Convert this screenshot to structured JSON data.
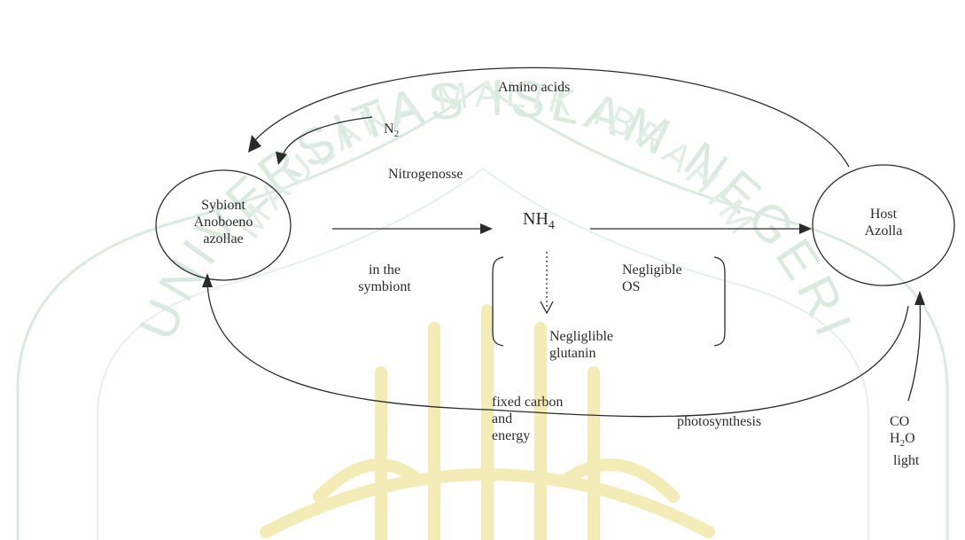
{
  "colors": {
    "ink": "#2b2b2b",
    "watermark_green": "#d7eadc",
    "watermark_gold": "#f4ebb4"
  },
  "watermark": {
    "outer_text": "UNIVERSITAS ISLAM NEGERI",
    "inner_text": "MAULANA MALIK IBRAHIM"
  },
  "nodes": {
    "symbiont": {
      "line1": "Sybiont",
      "line2": "Anoboeno",
      "line3": "azollae"
    },
    "host": {
      "line1": "Host",
      "line2": "Azolla"
    }
  },
  "labels": {
    "amino_acids": "Amino acids",
    "n2_base": "N",
    "n2_sub": "2",
    "nitrogenase": "Nitrogenosse",
    "nh4_base": "NH",
    "nh4_sub": "4",
    "in_symbiont_1": "in the",
    "in_symbiont_2": "symbiont",
    "negligible_os_1": "Negligible",
    "negligible_os_2": "OS",
    "negligible_glut_1": "Negliglible",
    "negligible_glut_2": "glutanin",
    "fixed_1": "fixed carbon",
    "fixed_2": "and",
    "fixed_3": "energy",
    "photosynthesis": "photosynthesis",
    "co": "CO",
    "h2o_base": "H",
    "h2o_sub": "2",
    "h2o_end": "O",
    "light": "light"
  }
}
